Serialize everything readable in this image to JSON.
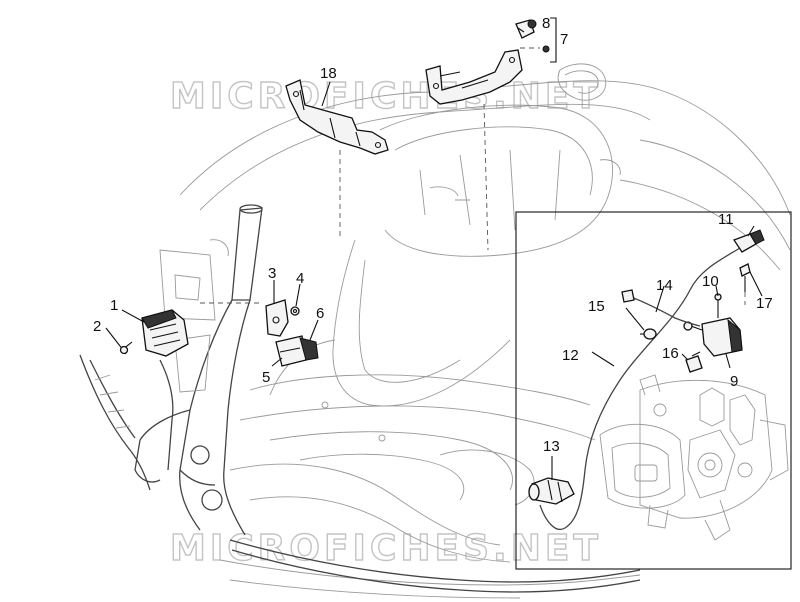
{
  "watermark": {
    "text": "MICROFICHES.NET"
  },
  "callouts": {
    "c1": "1",
    "c2": "2",
    "c3": "3",
    "c4": "4",
    "c5": "5",
    "c6": "6",
    "c7": "7",
    "c8": "8",
    "c9": "9",
    "c10": "10",
    "c11": "11",
    "c12": "12",
    "c13": "13",
    "c14": "14",
    "c15": "15",
    "c16": "16",
    "c17": "17",
    "c18": "18"
  }
}
